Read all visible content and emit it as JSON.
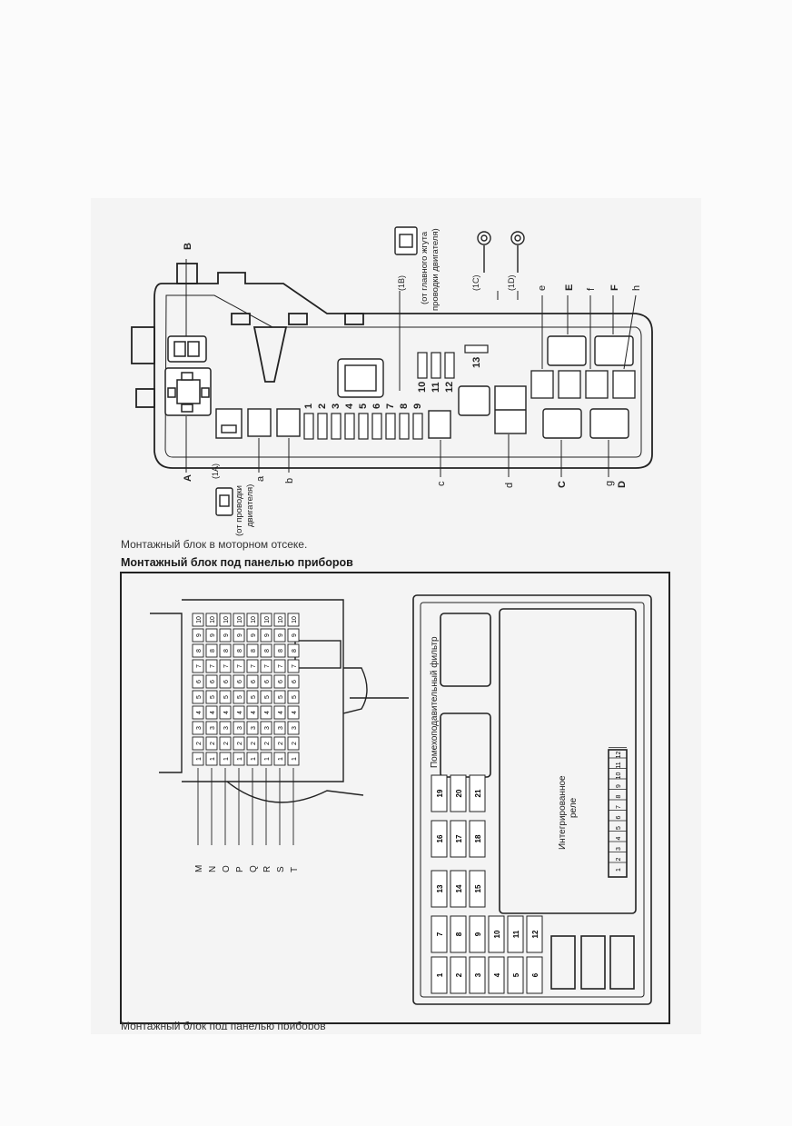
{
  "captions": {
    "engine_block": "Монтажный блок в моторном отсеке.",
    "dash_block_heading": "Монтажный блок под панелью приборов",
    "dash_block_bottom": "Монтажный блок под панелью приборов"
  },
  "engine": {
    "notes": {
      "from_engine_harness": "(от проводки двигателя)",
      "from_main_harness": "(от главного жгута проводки двигателя)"
    },
    "connectors": [
      "1A",
      "1B",
      "1C",
      "1D"
    ],
    "relay_letters": [
      "A",
      "B",
      "C",
      "D",
      "E",
      "F"
    ],
    "small_letters": [
      "a",
      "b",
      "c",
      "d",
      "e",
      "f",
      "g",
      "h"
    ],
    "fuse_numbers": [
      "1",
      "2",
      "3",
      "4",
      "5",
      "6",
      "7",
      "8",
      "9",
      "10",
      "11",
      "12",
      "13"
    ]
  },
  "dash": {
    "filter_label": "Помехоподавительный фильтр",
    "relay_label": "Интегрированное реле",
    "connector_letters": [
      "M",
      "N",
      "O",
      "P",
      "Q",
      "R",
      "S",
      "T"
    ],
    "connector_pins": [
      "1",
      "2",
      "3",
      "4",
      "5",
      "6",
      "7",
      "8",
      "9",
      "10"
    ],
    "fuse_numbers": [
      "1",
      "2",
      "3",
      "4",
      "5",
      "6",
      "7",
      "8",
      "9",
      "10",
      "11",
      "12",
      "13",
      "14",
      "15",
      "16",
      "17",
      "18",
      "19",
      "20",
      "21"
    ],
    "relay_pins": [
      "1",
      "2",
      "3",
      "4",
      "5",
      "6",
      "7",
      "8",
      "9",
      "10",
      "11",
      "12"
    ]
  }
}
